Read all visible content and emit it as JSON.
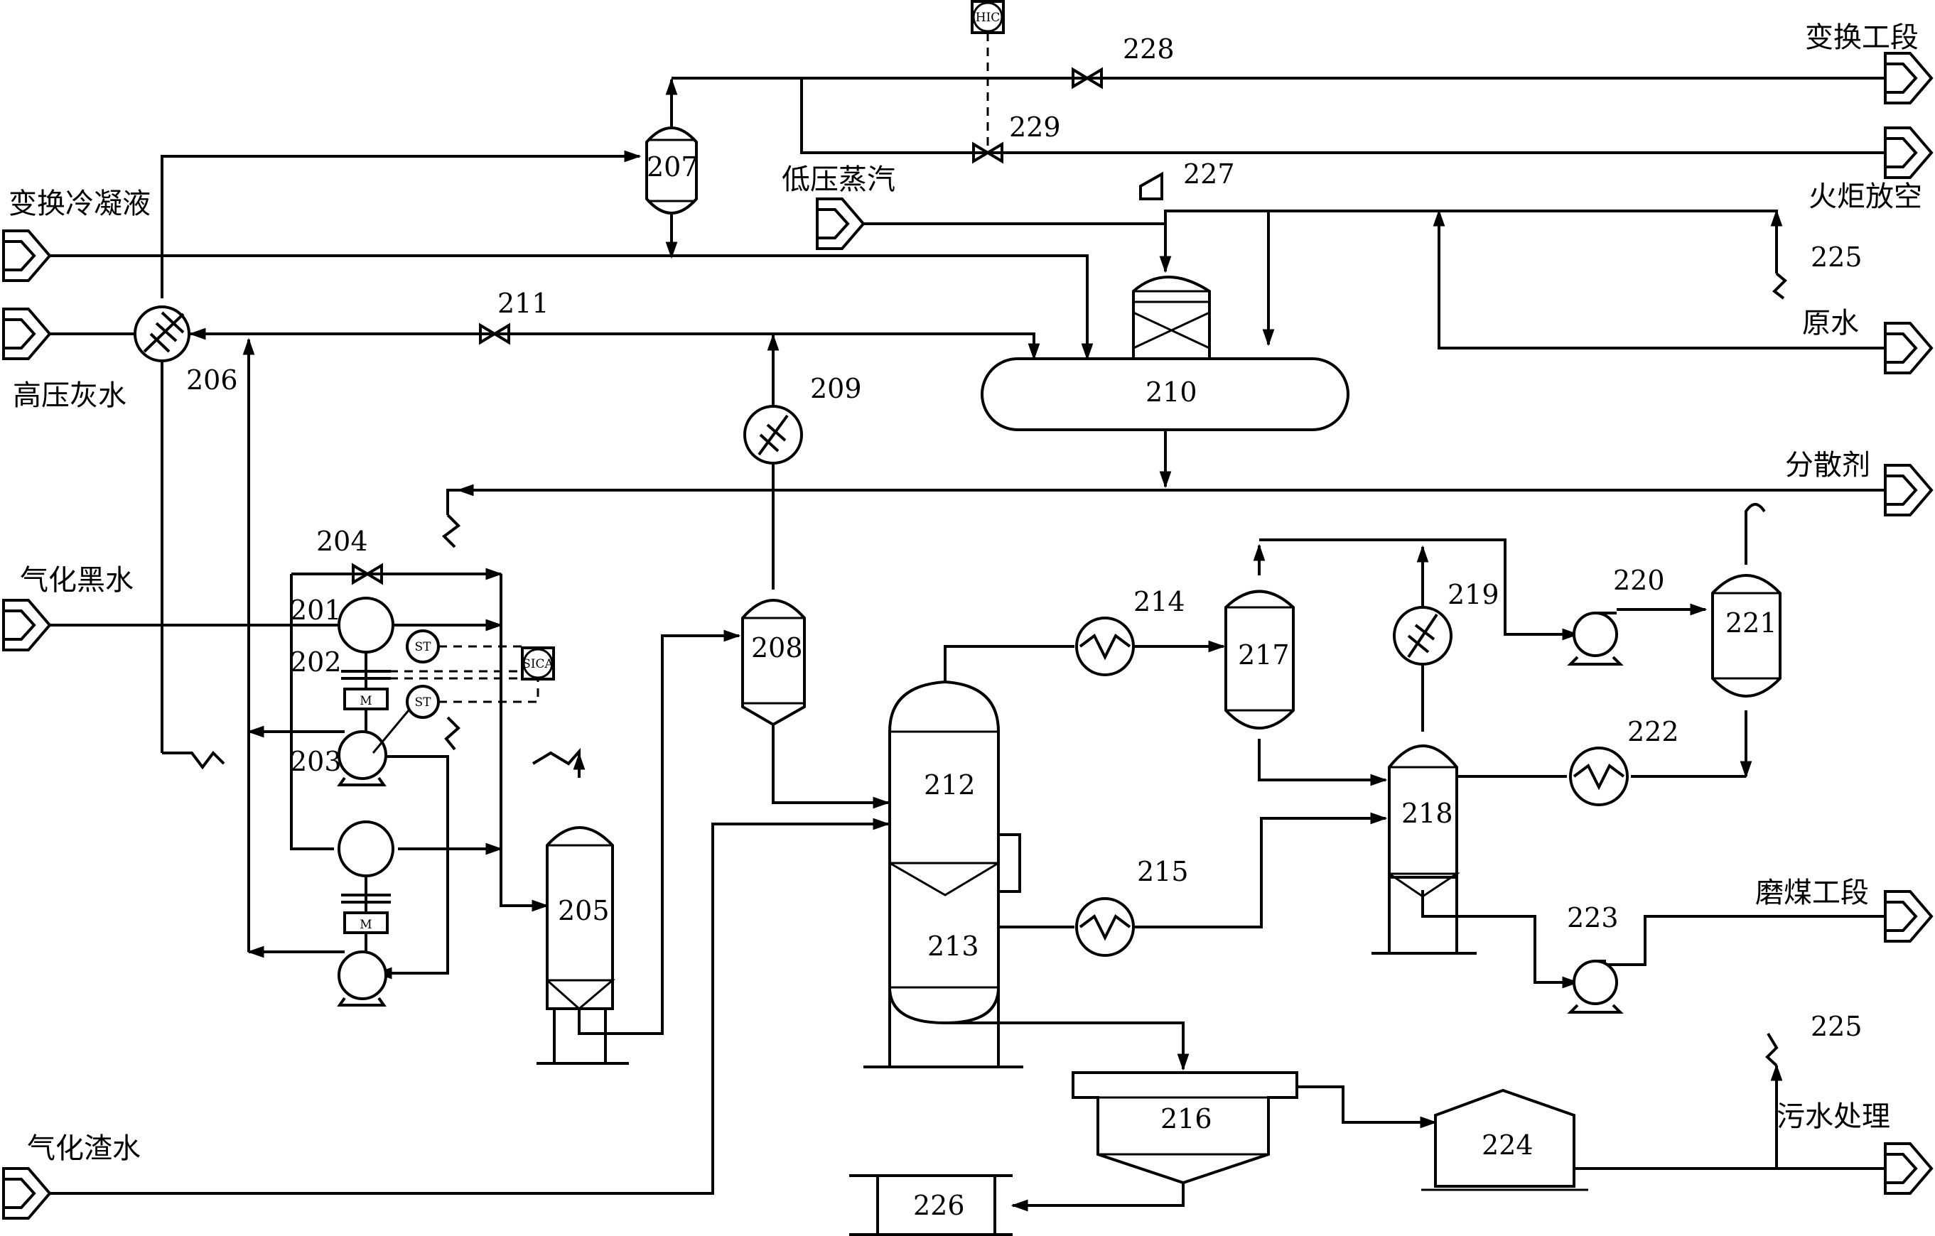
{
  "streams": {
    "shift_condensate": "变换冷凝液",
    "hp_grey_water": "高压灰水",
    "gasification_black_water": "气化黑水",
    "gasification_slag_water": "气化渣水",
    "lp_steam": "低压蒸汽",
    "shift_section": "变换工段",
    "flare_vent": "火炬放空",
    "raw_water": "原水",
    "dispersant": "分散剂",
    "coal_grinding_section": "磨煤工段",
    "wastewater_treatment": "污水处理"
  },
  "equipment": {
    "e201": "201",
    "e202": "202",
    "e203": "203",
    "e204": "204",
    "e205": "205",
    "e206": "206",
    "e207": "207",
    "e208": "208",
    "e209": "209",
    "e210": "210",
    "e211": "211",
    "e212": "212",
    "e213": "213",
    "e214": "214",
    "e215": "215",
    "e216": "216",
    "e217": "217",
    "e218": "218",
    "e219": "219",
    "e220": "220",
    "e221": "221",
    "e222": "222",
    "e223": "223",
    "e224": "224",
    "e225a": "225",
    "e225b": "225",
    "e226": "226",
    "e227": "227",
    "e228": "228",
    "e229": "229"
  },
  "instruments": {
    "hic": "HIC",
    "sica": "SICA",
    "st1": "ST",
    "st2": "ST",
    "motor1": "M",
    "motor2": "M"
  }
}
